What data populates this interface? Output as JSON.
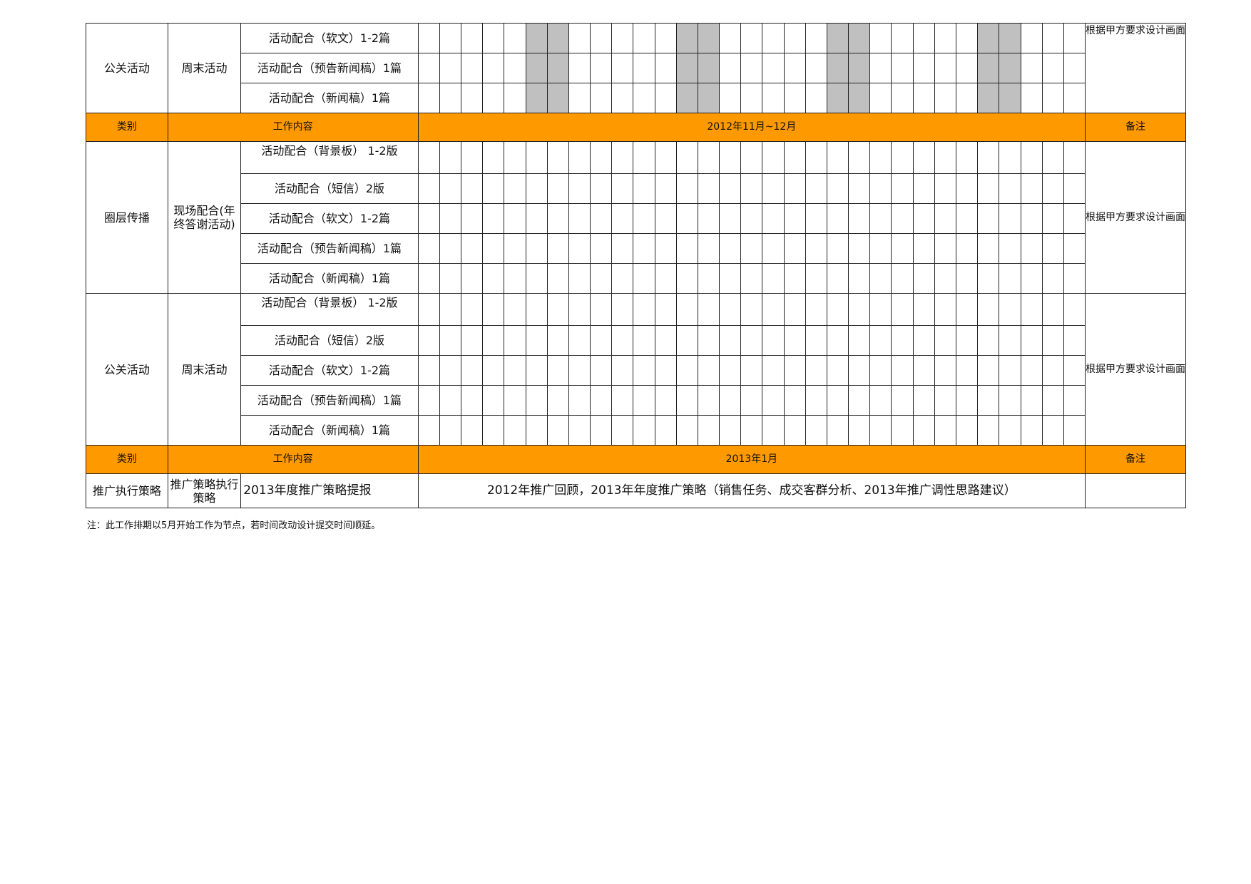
{
  "section1": {
    "category": "公关活动",
    "subcategory": "周末活动",
    "items": [
      "活动配合（软文）1-2篇",
      "活动配合（预告新闻稿）1篇",
      "活动配合（新闻稿）1篇"
    ],
    "remark": "根据甲方要求设计画面"
  },
  "header1": {
    "category": "类别",
    "content": "工作内容",
    "period": "2012年11月~12月",
    "remark": "备注"
  },
  "section2": {
    "category": "圈层传播",
    "subcategory": "现场配合(年终答谢活动)",
    "items": [
      "活动配合（背景板） 1-2版",
      "活动配合（短信）2版",
      "活动配合（软文）1-2篇",
      "活动配合（预告新闻稿）1篇",
      "活动配合（新闻稿）1篇"
    ],
    "remark": "根据甲方要求设计画面"
  },
  "section3": {
    "category": "公关活动",
    "subcategory": "周末活动",
    "items": [
      "活动配合（背景板） 1-2版",
      "活动配合（短信）2版",
      "活动配合（软文）1-2篇",
      "活动配合（预告新闻稿）1篇",
      "活动配合（新闻稿）1篇"
    ],
    "remark": "根据甲方要求设计画面"
  },
  "header2": {
    "category": "类别",
    "content": "工作内容",
    "period": "2013年1月",
    "remark": "备注"
  },
  "section4": {
    "category": "推广执行策略",
    "subcategory": "推广策略执行策略",
    "item": "2013年度推广策略提报",
    "detail": "2012年推广回顾，2013年年度推广策略（销售任务、成交客群分析、2013年推广调性思路建议）",
    "remark": ""
  },
  "note": "注：此工作排期以5月开始工作为节点，若时间改动设计提交时间顺延。",
  "colors": {
    "header_bg": "#ff9900",
    "shaded_cell": "#c0c0c0",
    "border": "#222222"
  },
  "schedule": {
    "day_columns": 31,
    "section1_shaded_days": [
      6,
      7,
      13,
      14,
      20,
      21,
      27,
      28
    ]
  }
}
